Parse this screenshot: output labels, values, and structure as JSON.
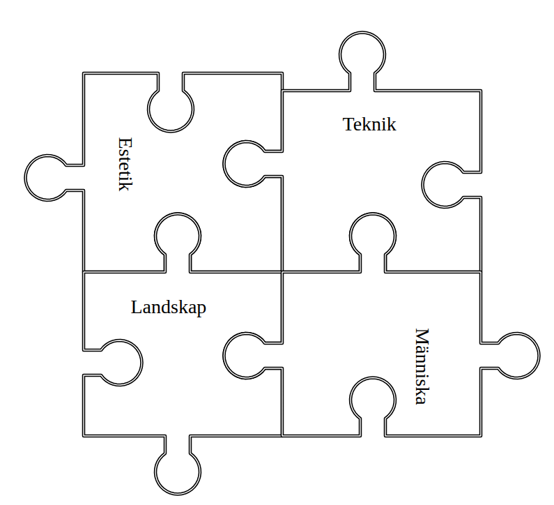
{
  "diagram": {
    "nodes": [
      {
        "text": [
          "Estetik"
        ]
      },
      {
        "text": [
          "Teknik"
        ]
      },
      {
        "text": [
          "Landskap"
        ]
      },
      {
        "text": [
          "Människa"
        ]
      }
    ]
  }
}
